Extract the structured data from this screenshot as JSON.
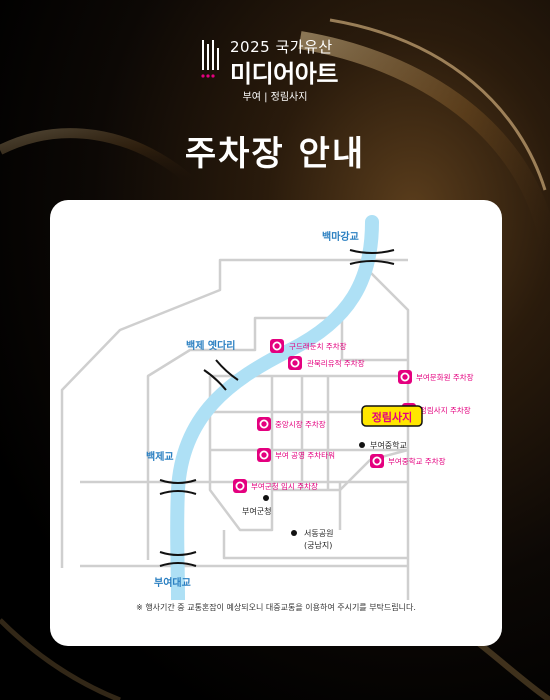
{
  "header": {
    "logo_year": "2025 국가유산",
    "logo_name": "미디어아트",
    "subtitle": "부여 | 정림사지",
    "title": "주차장 안내"
  },
  "map": {
    "bridges": {
      "baekma": "백마강교",
      "yetdari": "백제 옛다리",
      "baekje": "백제교",
      "buyeo": "부여대교"
    },
    "parking": [
      "구드래둔치 주차장",
      "관북리유적 주차장",
      "부여문화원 주차장",
      "정림사지 주차장",
      "중앙시장 주차장",
      "부여 공영 주차타워",
      "부여중학교 주차장",
      "부여군청 임시 주차장"
    ],
    "destination": "정림사지",
    "landmarks": {
      "school": "부여중학교",
      "county_office": "부여군청",
      "park_line1": "서동공원",
      "park_line2": "(궁남지)"
    },
    "colors": {
      "river": "#aee0f5",
      "bridge_label": "#2a7fc1",
      "parking": "#e4007f",
      "road": "#cfcfcf",
      "destination_fill": "#ffe600"
    }
  },
  "notice": "※ 행사기간 중 교통혼잡이 예상되오니 대중교통을 이용하여 주시기를 부탁드립니다."
}
